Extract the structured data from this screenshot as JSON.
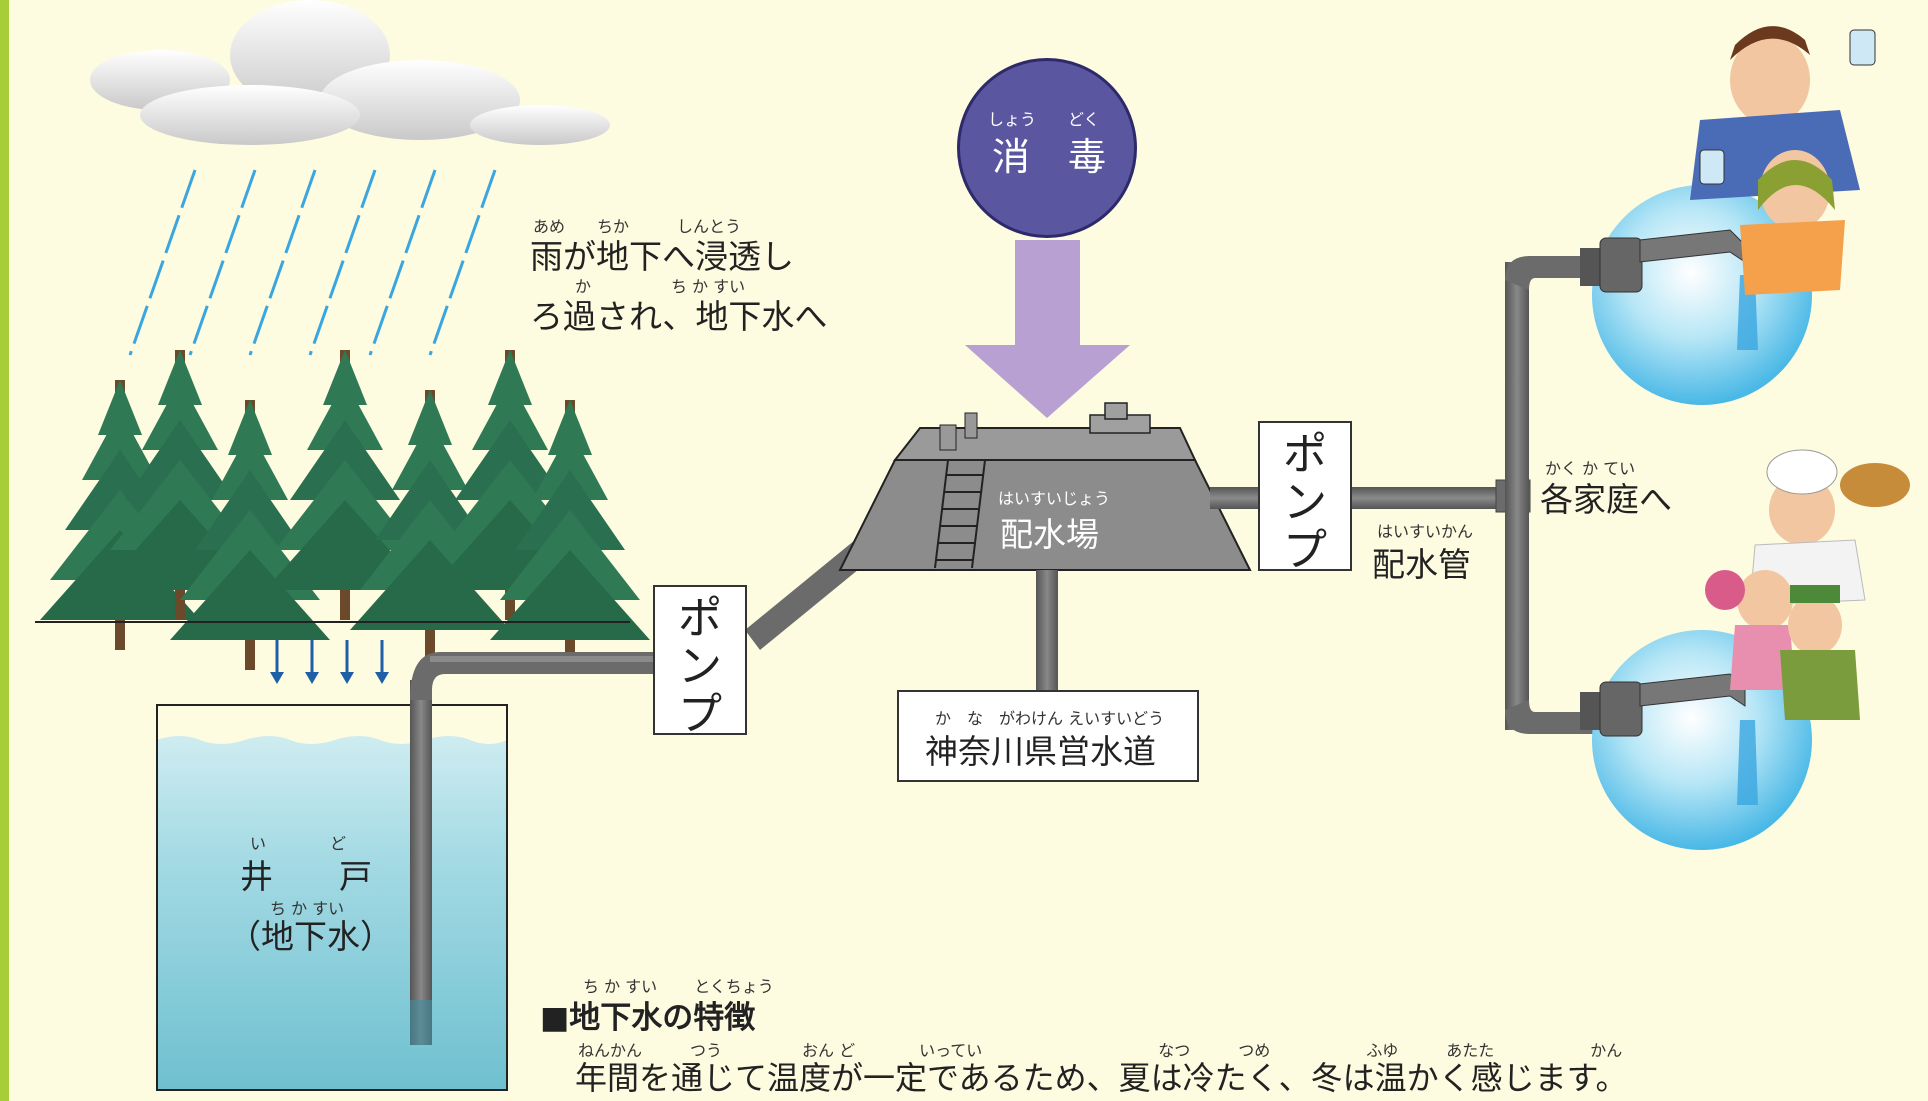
{
  "labels": {
    "rain_line1": "雨が地下へ浸透し",
    "rain_line2": "ろ過され、地下水へ",
    "rain_ruby1": "あめ　　ちか　　　しんとう",
    "rain_ruby2": "か　　　　　ち か すい",
    "disinfection": "消　毒",
    "disinfection_ruby": "しょう　　どく",
    "reservoir": "配水場",
    "reservoir_ruby": "はいすいじょう",
    "pump_left": "ポ\nン\nプ",
    "pump_right": "ポ\nン\nプ",
    "prefecture": "神奈川県営水道",
    "prefecture_ruby": "か　な　がわけん えいすいどう",
    "pipe": "配水管",
    "pipe_ruby": "はいすいかん",
    "households": "各家庭へ",
    "households_ruby": "かく か てい",
    "well_line1": "井　　戸",
    "well_ruby1": "い　　　　ど",
    "well_line2": "（地下水）",
    "well_ruby2": "ち か すい",
    "feature_title": "■地下水の特徴",
    "feature_title_ruby": "ち か すい　　 とくちょう",
    "feature_text": "年間を通じて温度が一定であるため、夏は冷たく、冬は温かく感じます。",
    "feature_ruby": "ねんかん　　　つう　　　　　おん ど　　　　いってい　　　　　　　　　　　なつ　　　つめ　　　　　　ふゆ　　　あたた　　　　　　かん"
  },
  "colors": {
    "background": "#fdfbe0",
    "left_border": "#a6ce39",
    "disinfection_circle": "#5a56a0",
    "arrow": "#b8a0d2",
    "pipe": "#6b6b6b",
    "reservoir": "#8c8c8c",
    "water": "#8fd0dc",
    "tree": "#2f7a55",
    "rain": "#3aa6e0"
  },
  "icons": [
    "cloud-icon",
    "rain-icon",
    "tree-icon",
    "arrow-down-icon",
    "faucet-icon",
    "people-icon"
  ]
}
